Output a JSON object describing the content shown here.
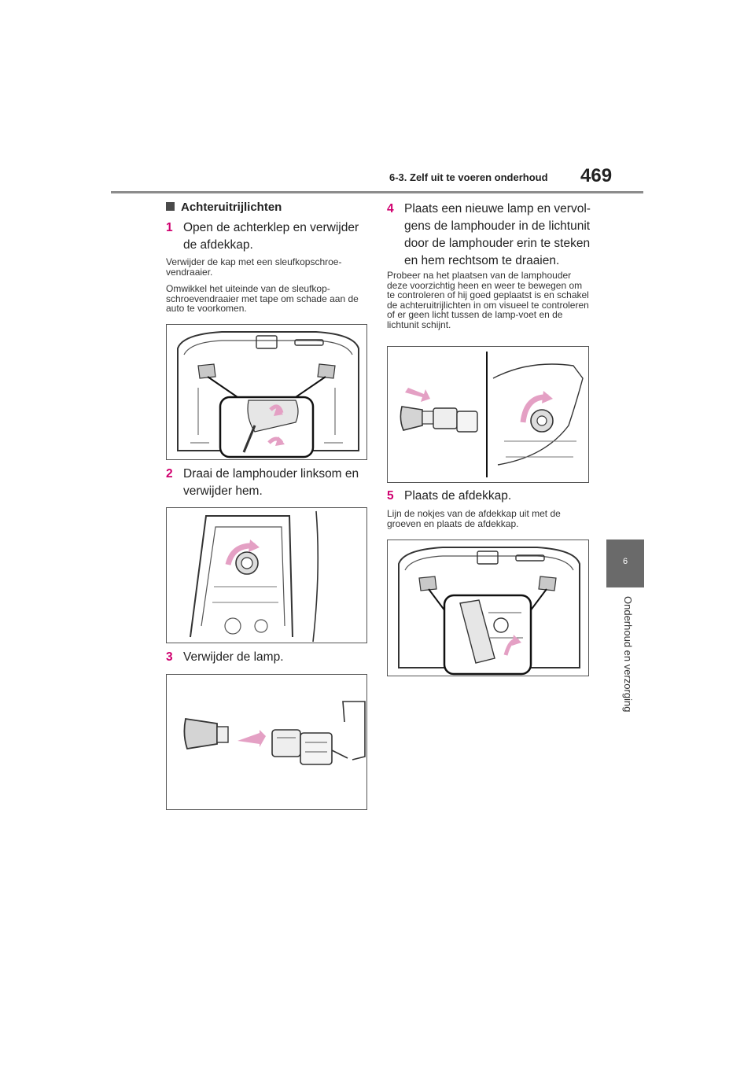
{
  "header": {
    "section": "6-3. Zelf uit te voeren onderhoud",
    "page_number": "469"
  },
  "side_tab": {
    "chapter_number": "6",
    "chapter_title": "Onderhoud en verzorging"
  },
  "left_column": {
    "heading": "Achteruitrijlichten",
    "step1": {
      "number": "1",
      "text": "Open de achterklep en verwijder de afdekkap.",
      "note1": "Verwijder de kap met een sleufkopschroe-vendraaier.",
      "note2": "Omwikkel het uiteinde van de sleufkop-schroevendraaier met tape om schade aan de auto te voorkomen."
    },
    "step2": {
      "number": "2",
      "text": "Draai de lamphouder linksom en verwijder hem."
    },
    "step3": {
      "number": "3",
      "text": "Verwijder de lamp."
    }
  },
  "right_column": {
    "step4": {
      "number": "4",
      "text": "Plaats een nieuwe lamp en vervol-gens de lamphouder in de lichtunit door de lamphouder erin te steken en hem rechtsom te draaien.",
      "note": "Probeer na het plaatsen van de lamphouder deze voorzichtig heen en weer te bewegen om te controleren of hij goed geplaatst is en schakel de achteruitrijlichten in om visueel te controleren of er geen licht tussen de lamp-voet en de lichtunit schijnt."
    },
    "step5": {
      "number": "5",
      "text": "Plaats de afdekkap.",
      "note": "Lijn de nokjes van de afdekkap uit met de groeven en plaats de afdekkap."
    }
  },
  "colors": {
    "accent_magenta": "#d0006f",
    "arrow_pink": "#e4a0c4",
    "rule_gray": "#8c8c8c",
    "tab_gray": "#6a6a6a"
  }
}
